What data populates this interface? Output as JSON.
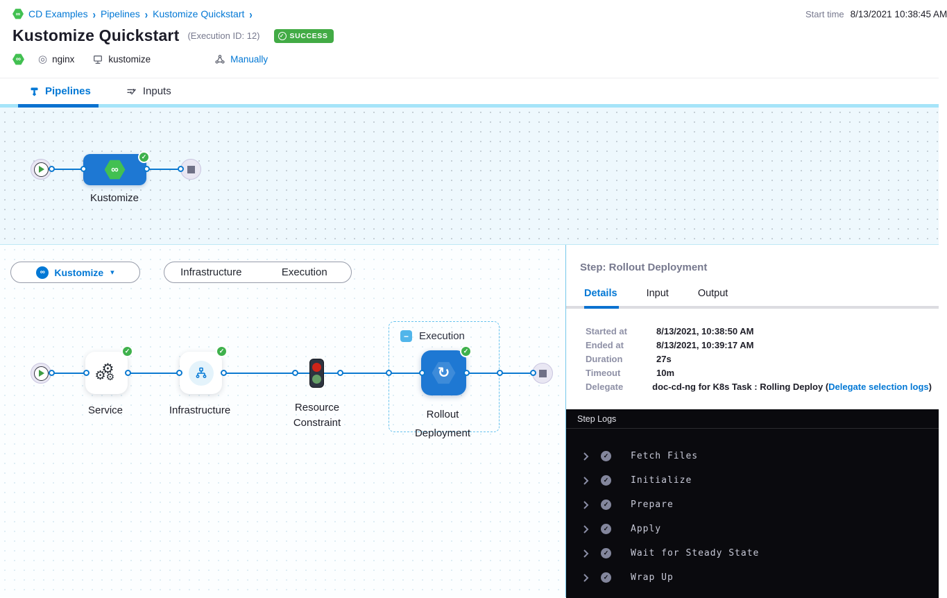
{
  "colors": {
    "accent": "#0278d5",
    "success": "#42ab45",
    "node_blue": "#1e78d3",
    "log_bg": "#0a0a0e"
  },
  "icons": {
    "infinity": "∞",
    "chevron_down": "▾",
    "target": "◎",
    "gear": "⚙",
    "refresh": "↻",
    "minus": "−",
    "check": "✓",
    "breadcrumb_sep": "›"
  },
  "header": {
    "breadcrumb": [
      {
        "label": "CD Examples"
      },
      {
        "label": "Pipelines"
      },
      {
        "label": "Kustomize Quickstart"
      }
    ],
    "start_time_label": "Start time",
    "start_time_value": "8/13/2021 10:38:45 AM",
    "title": "Kustomize Quickstart",
    "execution_id": "(Execution ID: 12)",
    "status": "SUCCESS",
    "service": "nginx",
    "environment": "kustomize",
    "trigger": "Manually"
  },
  "tabs": {
    "pipelines": "Pipelines",
    "inputs": "Inputs"
  },
  "top_graph": {
    "stage_label": "Kustomize"
  },
  "stage_bar": {
    "stage_select": "Kustomize",
    "toggle": [
      {
        "label": "Infrastructure"
      },
      {
        "label": "Execution"
      }
    ]
  },
  "exec_graph": {
    "group_label": "Execution",
    "labels": {
      "service": "Service",
      "infrastructure": "Infrastructure",
      "resource_line1": "Resource",
      "resource_line2": "Constraint",
      "rollout_line1": "Rollout",
      "rollout_line2": "Deployment"
    }
  },
  "step_panel": {
    "title": "Step: Rollout Deployment",
    "tabs": [
      {
        "label": "Details"
      },
      {
        "label": "Input"
      },
      {
        "label": "Output"
      }
    ],
    "details": [
      {
        "label": "Started at",
        "value": "8/13/2021, 10:38:50 AM"
      },
      {
        "label": "Ended at",
        "value": "8/13/2021, 10:39:17 AM"
      },
      {
        "label": "Duration",
        "value": "27s"
      },
      {
        "label": "Timeout",
        "value": "10m"
      },
      {
        "label": "Delegate",
        "value_prefix": "doc-cd-ng for K8s Task : Rolling Deploy (",
        "link": "Delegate selection logs",
        "value_suffix": ")"
      }
    ],
    "logs": {
      "header": "Step Logs",
      "items": [
        {
          "label": "Fetch Files"
        },
        {
          "label": "Initialize"
        },
        {
          "label": "Prepare"
        },
        {
          "label": "Apply"
        },
        {
          "label": "Wait for Steady State"
        },
        {
          "label": "Wrap Up"
        }
      ]
    }
  }
}
